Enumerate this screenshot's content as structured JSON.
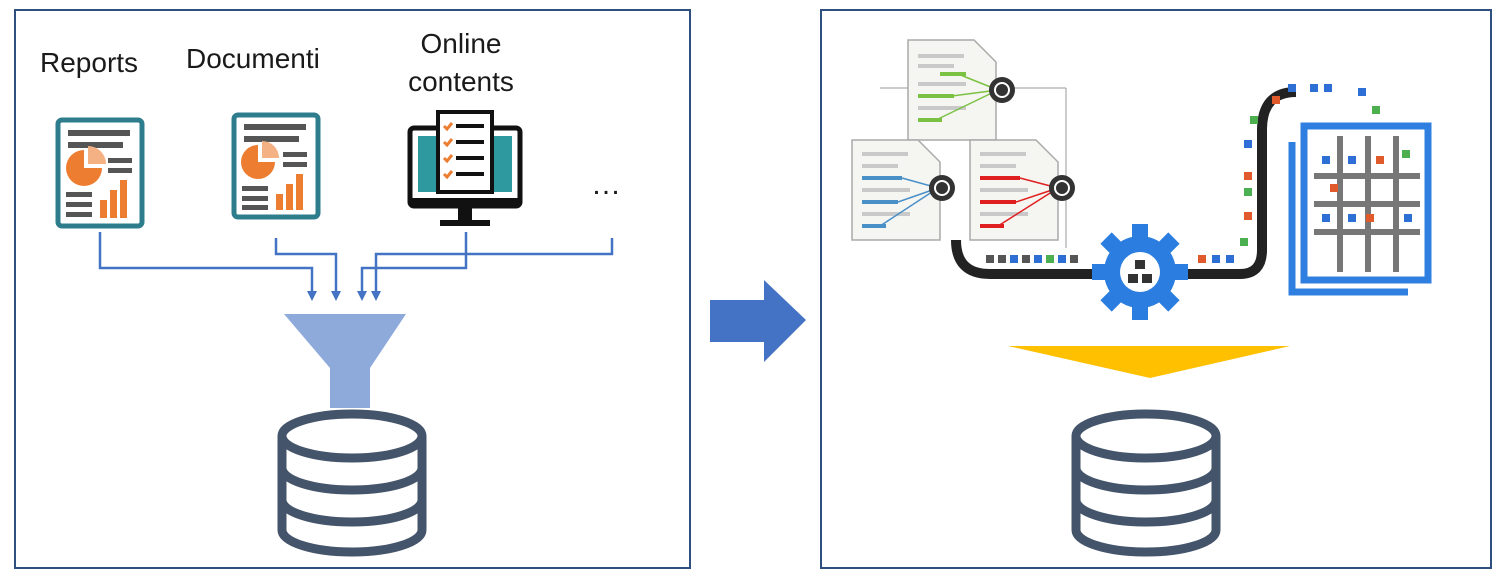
{
  "sources": {
    "reports": "Reports",
    "documents": "Documenti",
    "online_line1": "Online",
    "online_line2": "contents",
    "more": "…"
  },
  "colors": {
    "panel_border": "#2f4f7f",
    "connector": "#4472c4",
    "funnel": "#8eaadb",
    "database": "#44546a",
    "doc_teal": "#2e7d8c",
    "chart_orange": "#ed7d31",
    "big_arrow": "#4472c4",
    "down_arrow": "#ffc000",
    "gear": "#2b7de0",
    "grid_blue": "#2f7fe0"
  },
  "icons": {
    "report": "report-document-icon",
    "document": "document-icon",
    "online": "monitor-checklist-icon",
    "funnel": "funnel-icon",
    "database": "database-icon",
    "gear": "gear-icon",
    "grid": "table-grid-icon"
  }
}
